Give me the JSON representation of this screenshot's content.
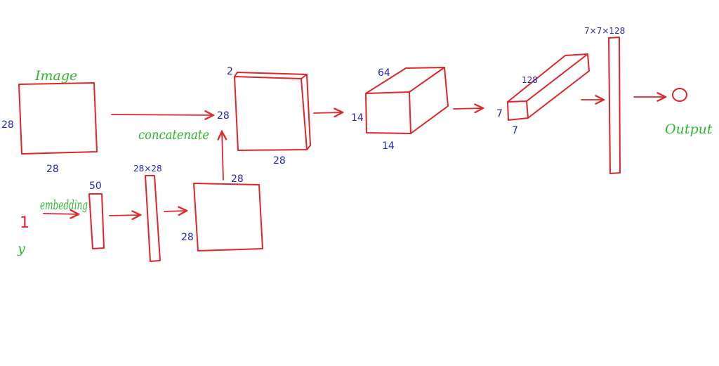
{
  "labels": {
    "image": "Image",
    "concatenate": "concatenate",
    "embedding": "embedding",
    "output": "Output",
    "y_var": "y",
    "y_count": "1"
  },
  "dims": {
    "img_h": "28",
    "img_w": "28",
    "embed_len": "50",
    "dense_label": "28×28",
    "reshape_w": "28",
    "reshape_h": "28",
    "concat_c": "2",
    "concat_h": "28",
    "concat_w": "28",
    "conv1_c": "64",
    "conv1_h": "14",
    "conv1_w": "14",
    "conv2_c": "128",
    "conv2_h": "7",
    "conv2_w": "7",
    "flat": "7×7×128"
  }
}
